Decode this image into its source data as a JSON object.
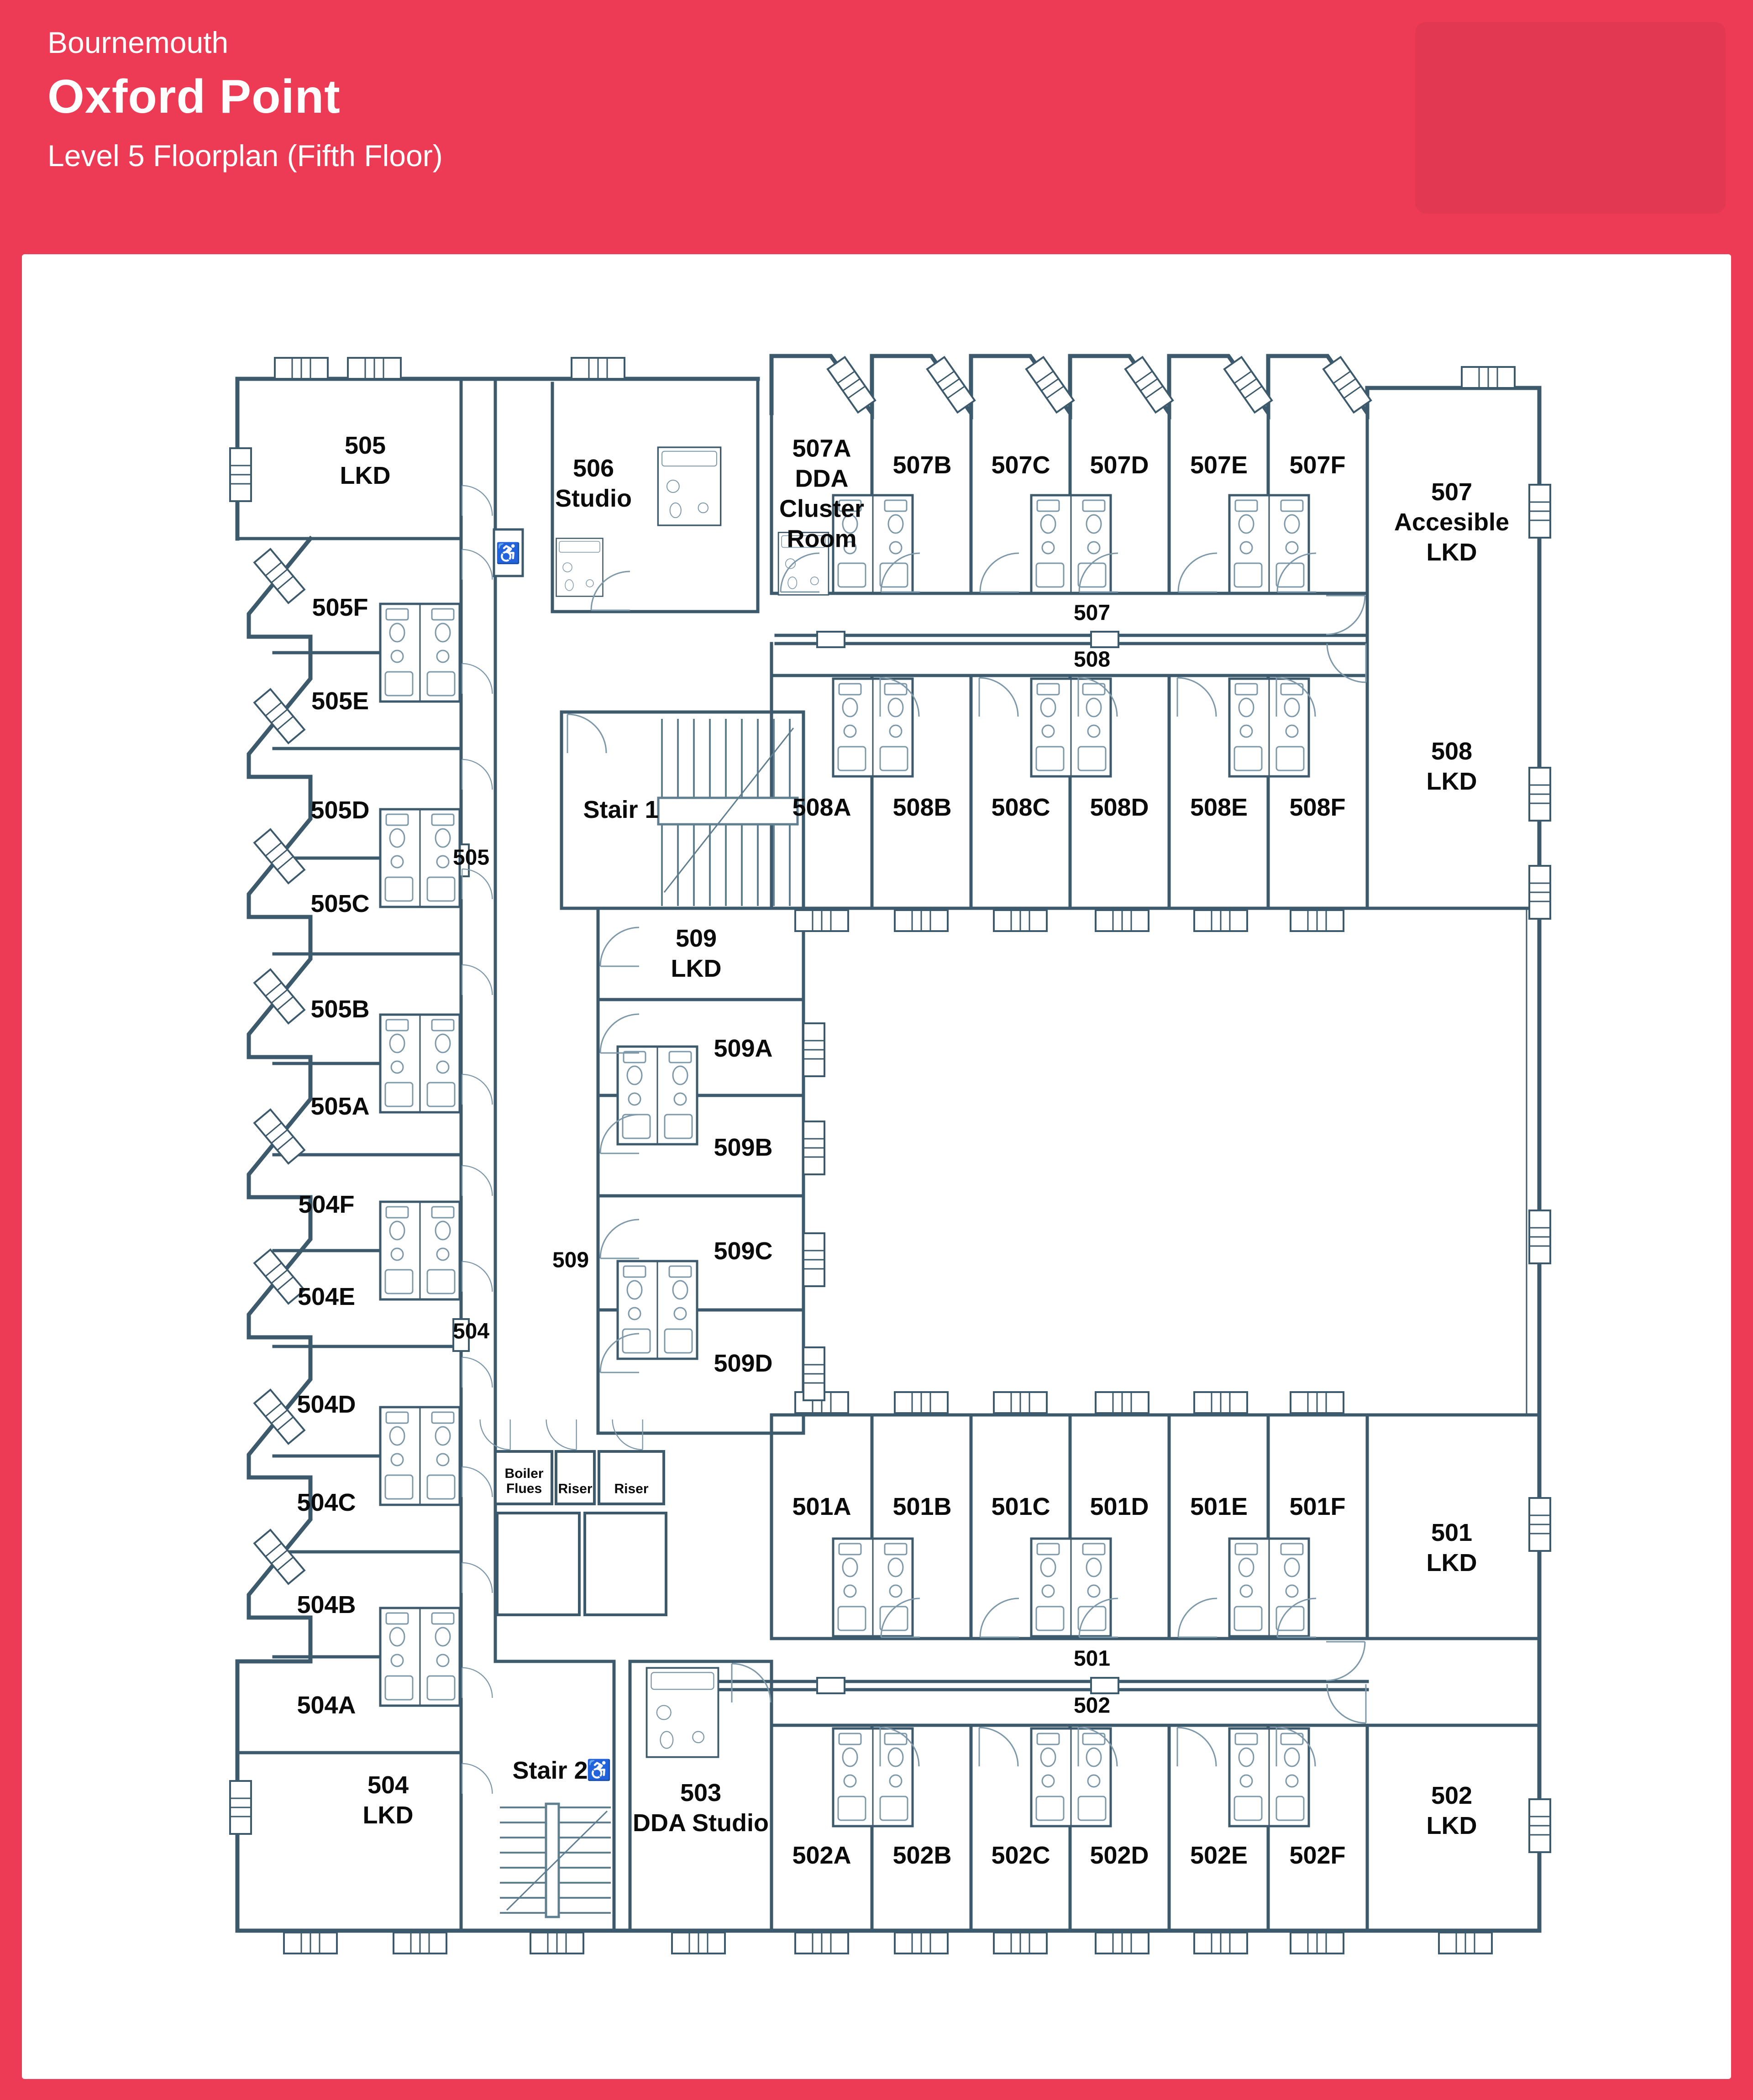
{
  "header": {
    "city": "Bournemouth",
    "building": "Oxford Point",
    "subtitle": "Level 5 Floorplan (Fifth Floor)"
  },
  "colors": {
    "banner": "#ED3B55",
    "sheet": "#FFFFFF",
    "wall": "#3D5A6C",
    "fixture": "#7D98A9",
    "label": "#0B0B0B"
  },
  "icons": {
    "wheelchair": "♿"
  },
  "rooms": {
    "r505_lkd": "505\nLKD",
    "r505F": "505F",
    "r505E": "505E",
    "r505D": "505D",
    "r505C": "505C",
    "r505B": "505B",
    "r505A": "505A",
    "r504F": "504F",
    "r504E": "504E",
    "r504D": "504D",
    "r504C": "504C",
    "r504B": "504B",
    "r504A": "504A",
    "r504_lkd": "504\nLKD",
    "r506": "506\nStudio",
    "r507A": "507A\nDDA\nCluster\nRoom",
    "r507B": "507B",
    "r507C": "507C",
    "r507D": "507D",
    "r507E": "507E",
    "r507F": "507F",
    "r507_lkd": "507\nAccesible\nLKD",
    "r508A": "508A",
    "r508B": "508B",
    "r508C": "508C",
    "r508D": "508D",
    "r508E": "508E",
    "r508F": "508F",
    "r508_lkd": "508\nLKD",
    "r509_lkd": "509\nLKD",
    "r509A": "509A",
    "r509B": "509B",
    "r509C": "509C",
    "r509D": "509D",
    "r501A": "501A",
    "r501B": "501B",
    "r501C": "501C",
    "r501D": "501D",
    "r501E": "501E",
    "r501F": "501F",
    "r501_lkd": "501\nLKD",
    "r502A": "502A",
    "r502B": "502B",
    "r502C": "502C",
    "r502D": "502D",
    "r502E": "502E",
    "r502F": "502F",
    "r502_lkd": "502\nLKD",
    "r503": "503\nDDA Studio"
  },
  "corridors": {
    "c505": "505",
    "c504": "504",
    "c509": "509",
    "c507": "507",
    "c508": "508",
    "c501": "501",
    "c502": "502"
  },
  "stairs": {
    "stair1": "Stair 1",
    "stair2": "Stair 2"
  },
  "service": {
    "boiler": "Boiler\nFlues",
    "riser_1": "Riser",
    "riser_2": "Riser"
  }
}
